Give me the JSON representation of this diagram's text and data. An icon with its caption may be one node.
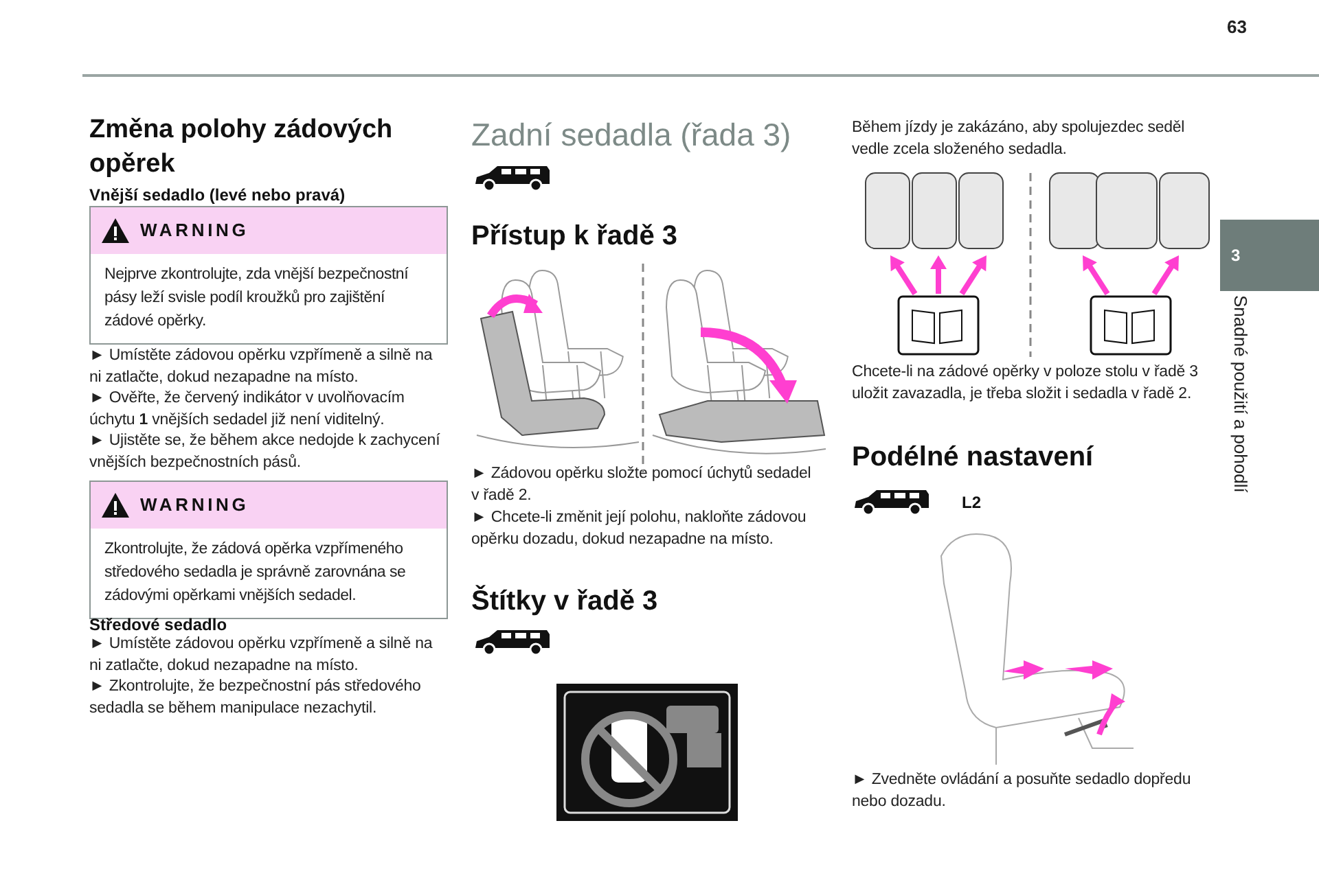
{
  "diagram": {
    "nodes": [
      {
        "text": [
          "WARNING",
          "Nejprve zkontrolujte, zda vnější bezpečnostní pásy leží svisle podíl kroužků pro zajištění zádové opěrky."
        ]
      },
      {
        "text": [
          "WARNING",
          "Zkontrolujte, že zádová opěrka vzpřímeného středového sedadla je správně zarovnána se zádovými opěrkami vnějších sedadel."
        ]
      },
      {
        "text": [
          "3"
        ]
      }
    ],
    "edges": [],
    "labels": [
      "63",
      "Změna polohy zádových opěrek",
      "Vnější sedadlo (levé nebo pravá)",
      "► Umístěte zádovou opěrku vzpřímeně a silně na ni zatlačte, dokud nezapadne na místo.",
      "► Ověřte, že červený indikátor v uvolňovacím úchytu **1** vnějších sedadel již není viditelný.",
      "► Ujistěte se, že během akce nedojde k zachycení vnějších bezpečnostních pásů.",
      "Středové sedadlo",
      "► Umístěte zádovou opěrku vzpřímeně a silně na ni zatlačte, dokud nezapadne na místo.",
      "► Zkontrolujte, že bezpečnostní pás středového sedadla se během manipulace nezachytil.",
      "Zadní sedadla (řada 3)",
      "Přístup k řadě 3",
      "► Zádovou opěrku složte pomocí úchytů sedadel v řadě 2.",
      "► Chcete-li změnit její polohu, nakloňte zádovou opěrku dozadu, dokud nezapadne na místo.",
      "Štítky v řadě 3",
      "Během jízdy je zakázáno, aby spolujezdec seděl vedle zcela složeného sedadla.",
      "Chcete-li na zádové opěrky v poloze stolu v řadě 3 uložit zavazadla, je třeba složit i sedadla v řadě 2.",
      "Podélné nastavení",
      "L2",
      "► Zvedněte ovládání a posuňte sedadlo dopředu nebo dozadu.",
      "Snadné použití a pohodlí"
    ]
  }
}
